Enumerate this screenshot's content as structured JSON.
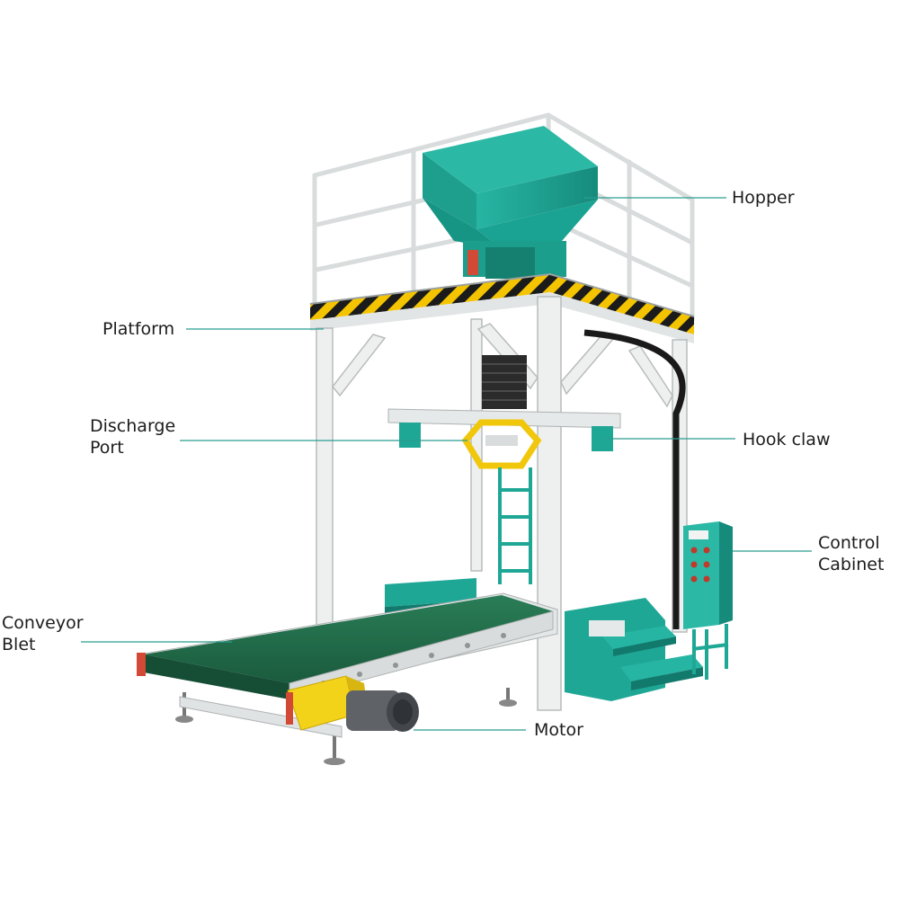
{
  "colors": {
    "teal": "#1fa796",
    "teal_dark": "#127a6d",
    "frame": "#eef0f0",
    "frame_edge": "#b8bcbc",
    "belt": "#1f6a48",
    "belt_dark": "#164d35",
    "motor_yellow": "#f3d21a",
    "motor_grey": "#6a6e72",
    "leader": "#2a9d8f",
    "hazard_yellow": "#f4c400",
    "hazard_black": "#1b1b1b"
  },
  "labels": {
    "hopper": "Hopper",
    "platform": "Platform",
    "discharge_port": [
      "Discharge",
      "Port"
    ],
    "hook_claw": "Hook claw",
    "control_cabinet": [
      "Control",
      "Cabinet"
    ],
    "conveyor_belt": [
      "Conveyor",
      "Blet"
    ],
    "motor": "Motor"
  }
}
